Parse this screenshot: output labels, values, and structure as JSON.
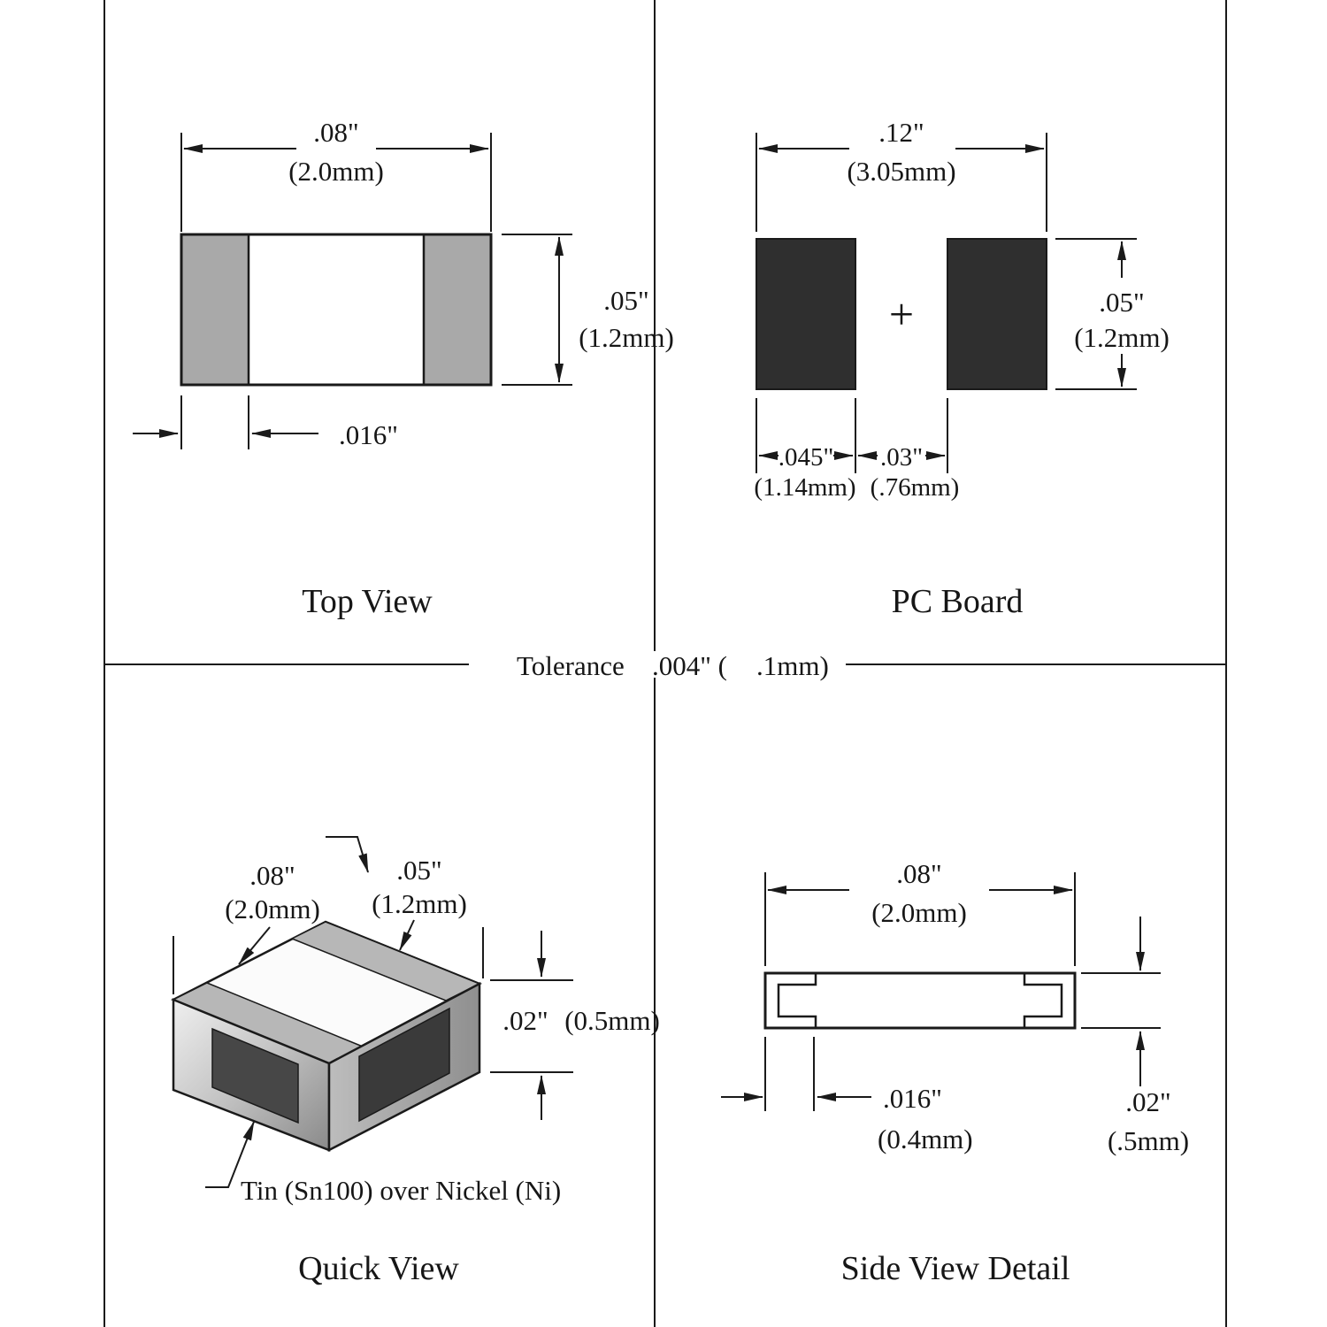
{
  "tolerance": {
    "label": "Tolerance",
    "inches": ".004\" (",
    "mm": ".1mm)"
  },
  "top_view": {
    "caption": "Top View",
    "length_in": ".08\"",
    "length_mm": "(2.0mm)",
    "height_in": ".05\"",
    "height_mm": "(1.2mm)",
    "terminal_in": ".016\""
  },
  "pc_board": {
    "caption": "PC Board",
    "plus": "+",
    "span_in": ".12\"",
    "span_mm": "(3.05mm)",
    "height_in": ".05\"",
    "height_mm": "(1.2mm)",
    "pad_in": ".045\"",
    "pad_mm": "(1.14mm)",
    "gap_in": ".03\"",
    "gap_mm": "(.76mm)"
  },
  "quick_view": {
    "caption": "Quick View",
    "length_in": ".08\"",
    "length_mm": "(2.0mm)",
    "width_in": ".05\"",
    "width_mm": "(1.2mm)",
    "height_in": ".02\"",
    "height_mm": "(0.5mm)",
    "plating_note": "Tin (Sn100) over Nickel (Ni)"
  },
  "side_view": {
    "caption": "Side View Detail",
    "length_in": ".08\"",
    "length_mm": "(2.0mm)",
    "terminal_in": ".016\"",
    "terminal_mm": "(0.4mm)",
    "height_in": ".02\"",
    "height_mm": "(.5mm)"
  },
  "colors": {
    "background": "#ffffff",
    "line": "#1a1a1a",
    "terminal_gray": "#a9a9a9",
    "pad_black": "#2f2f2f"
  }
}
